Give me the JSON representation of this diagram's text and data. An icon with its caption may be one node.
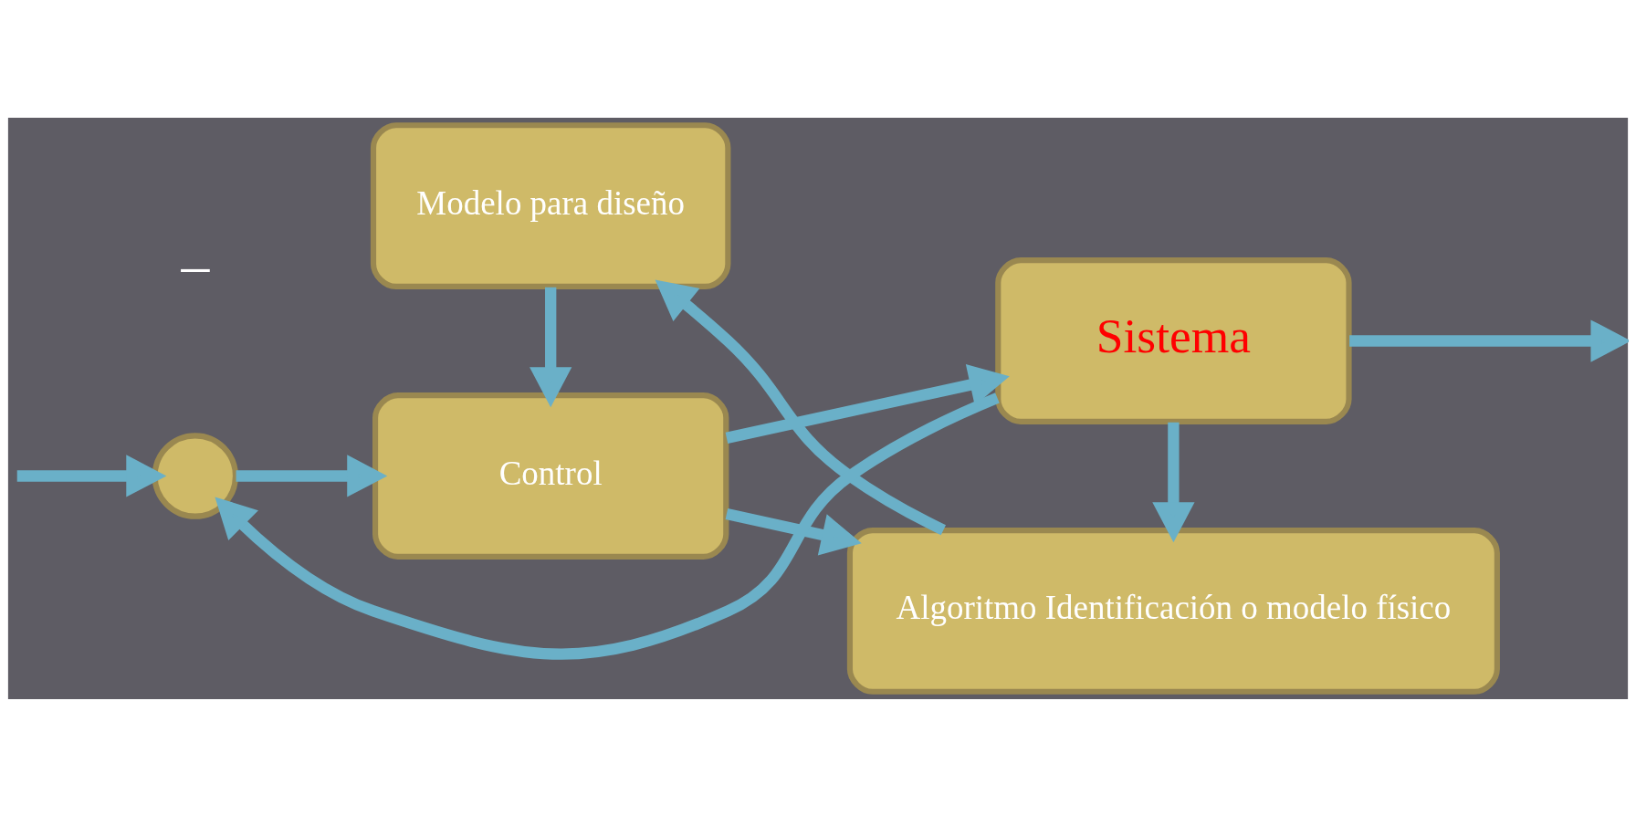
{
  "diagram": {
    "nodes": [
      {
        "text": [
          "Modelo para diseño"
        ]
      },
      {
        "text": [
          "Algoritmo Identificación o modelo físico"
        ]
      },
      {
        "text": [],
        "shape": "circle"
      },
      {
        "text": [
          "Control"
        ]
      },
      {
        "text": [
          "Sistema"
        ]
      }
    ],
    "edges": [
      {
        "from": null,
        "to": 2,
        "arrow": "to"
      },
      {
        "from": 2,
        "to": 3,
        "arrow": "to"
      },
      {
        "from": 3,
        "to": 4,
        "arrow": "to"
      },
      {
        "from": 4,
        "to": null,
        "arrow": "to"
      },
      {
        "from": 4,
        "to": 2,
        "arrow": "to"
      },
      {
        "from": 1,
        "to": 0,
        "arrow": "to"
      },
      {
        "from": 0,
        "to": 3,
        "arrow": "to"
      },
      {
        "from": 3,
        "to": 1,
        "arrow": "to"
      },
      {
        "from": 4,
        "to": 1,
        "arrow": "to"
      }
    ],
    "labels": [
      "–"
    ]
  }
}
